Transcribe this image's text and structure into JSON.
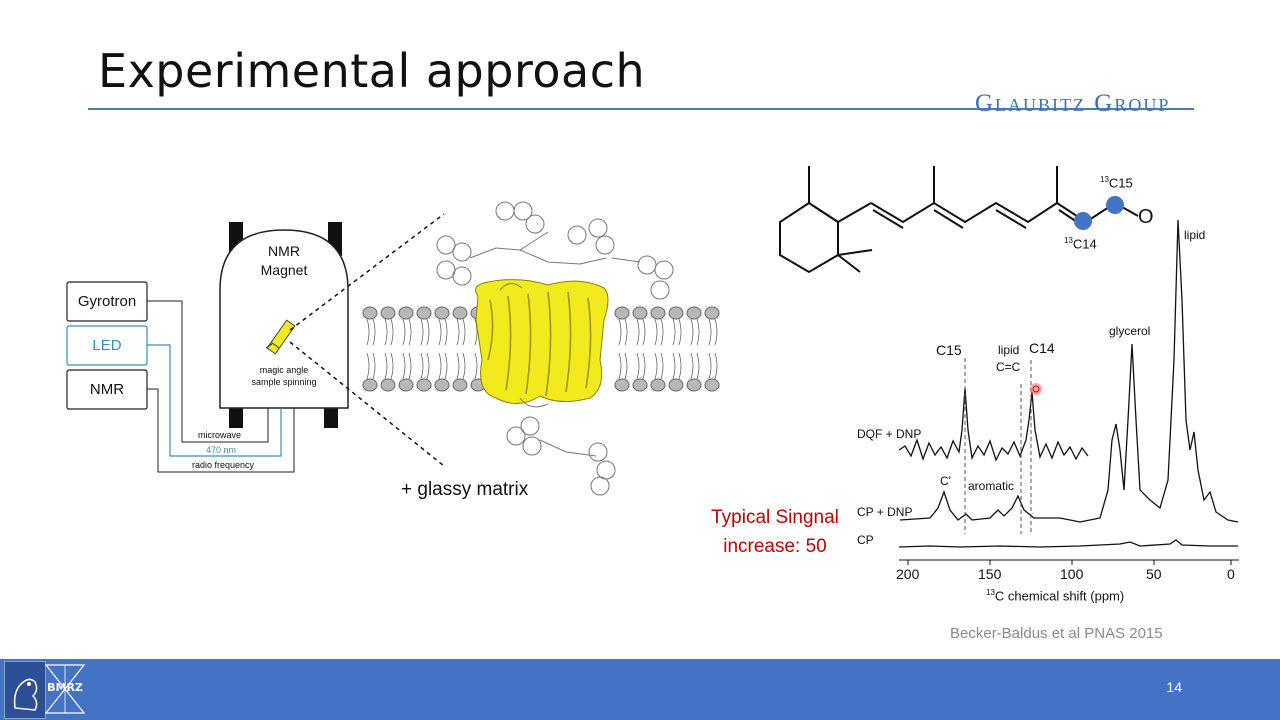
{
  "slide": {
    "title": "Experimental approach",
    "group": "Glaubitz Group",
    "page_number": "14",
    "logo_text": "BMRZ",
    "citation": "Becker-Baldus et al PNAS 2015"
  },
  "setup": {
    "boxes": [
      "Gyrotron",
      "LED",
      "NMR"
    ],
    "magnet_label_1": "NMR",
    "magnet_label_2": "Magnet",
    "mas_label_1": "magic angle",
    "mas_label_2": "sample spinning",
    "line_labels": [
      "microwave",
      "470 nm",
      "radio frequency"
    ],
    "colors": {
      "led": "#3a8fb7",
      "box": "#222222"
    }
  },
  "membrane": {
    "matrix_label": "+ glassy matrix",
    "protein_color": "#f2ea1c"
  },
  "molecule": {
    "label_c15": "C15",
    "label_c14": "C14",
    "superscript": "13",
    "oxygen": "O",
    "atom_color": "#4472c4"
  },
  "spectrum": {
    "trace_labels": [
      "DQF + DNP",
      "CP + DNP",
      "CP"
    ],
    "peak_labels": {
      "c15": "C15",
      "lipid_cc_1": "lipid",
      "lipid_cc_2": "C=C",
      "c14": "C14",
      "glycerol": "glycerol",
      "lipid": "lipid",
      "c_prime": "C'",
      "aromatic": "aromatic"
    },
    "x_axis_label": "C chemical shift (ppm)",
    "x_axis_superscript": "13",
    "x_ticks": [
      "200",
      "150",
      "100",
      "50",
      "0"
    ],
    "annotation_1": "Typical Singnal",
    "annotation_2": "increase: 50",
    "annotation_color": "#c00000"
  }
}
